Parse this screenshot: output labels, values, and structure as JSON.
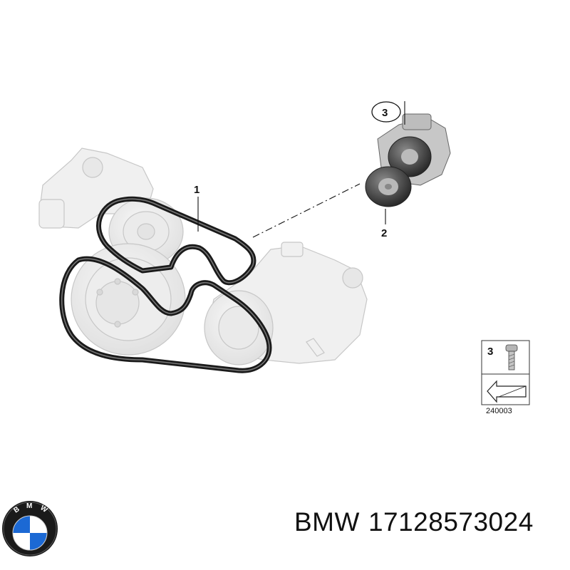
{
  "callouts": [
    {
      "number": "1",
      "part": "poly-v-belt"
    },
    {
      "number": "2",
      "part": "deflection-pulley"
    },
    {
      "number": "3",
      "part": "tensioner-screw"
    }
  ],
  "legend": {
    "item_number": "3",
    "icon": "screw-icon",
    "ref_code": "240003"
  },
  "logo": {
    "letters": [
      "B",
      "M",
      "W"
    ],
    "colors": {
      "blue": "#1c69d4",
      "white": "#ffffff",
      "ring": "#1a1a1a"
    }
  },
  "footer": {
    "brand": "BMW",
    "part_number": "17128573024"
  }
}
